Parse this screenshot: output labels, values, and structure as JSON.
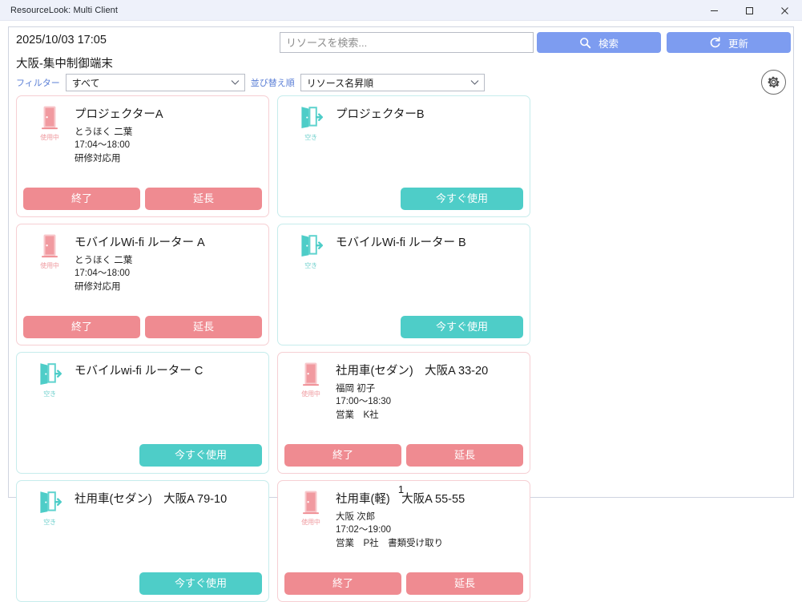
{
  "window": {
    "title": "ResourceLook: Multi Client",
    "minimize_icon": "minimize-icon",
    "maximize_icon": "maximize-icon",
    "close_icon": "close-icon"
  },
  "header": {
    "datetime": "2025/10/03 17:05",
    "terminal_name": "大阪-集中制御端末",
    "search": {
      "placeholder": "リソースを検索...",
      "value": ""
    },
    "search_button": {
      "label": "検索",
      "icon": "search-icon"
    },
    "refresh_button": {
      "label": "更新",
      "icon": "refresh-icon"
    },
    "filter": {
      "label": "フィルター",
      "selected": "すべて"
    },
    "sort": {
      "label": "並び替え順",
      "selected": "リソース名昇順"
    },
    "settings_button": {
      "icon": "gear-icon"
    }
  },
  "status_labels": {
    "in_use": "使用中",
    "free": "空き"
  },
  "actions": {
    "end": "終了",
    "extend": "延長",
    "use_now": "今すぐ使用"
  },
  "colors": {
    "accent_blue": "#7d9cf0",
    "in_use": "#ef8b91",
    "free": "#4ecdc8",
    "label_blue": "#5b7fd6",
    "card_border_in_use": "#f6cfd3",
    "card_border_free": "#c6ecec",
    "titlebar_bg": "#eef1fa"
  },
  "cards": [
    {
      "status": "in_use",
      "name": "プロジェクターA",
      "user": "とうほく 二葉",
      "time": "17:04〜18:00",
      "purpose": "研修対応用"
    },
    {
      "status": "free",
      "name": "プロジェクターB",
      "user": "",
      "time": "",
      "purpose": ""
    },
    {
      "status": "in_use",
      "name": "モバイルWi-fi ルーター A",
      "user": "とうほく 二葉",
      "time": "17:04〜18:00",
      "purpose": "研修対応用"
    },
    {
      "status": "free",
      "name": "モバイルWi-fi ルーター B",
      "user": "",
      "time": "",
      "purpose": ""
    },
    {
      "status": "free",
      "name": "モバイルwi-fi ルーター C",
      "user": "",
      "time": "",
      "purpose": ""
    },
    {
      "status": "in_use",
      "name": "社用車(セダン)　大阪A 33-20",
      "user": "福岡 初子",
      "time": "17:00〜18:30",
      "purpose": "営業　K社"
    },
    {
      "status": "free",
      "name": "社用車(セダン)　大阪A 79-10",
      "user": "",
      "time": "",
      "purpose": ""
    },
    {
      "status": "in_use",
      "name": "社用車(軽)　大阪A 55-55",
      "user": "大阪 次郎",
      "time": "17:02〜19:00",
      "purpose": "営業　P社　書類受け取り"
    }
  ],
  "footer": {
    "page_number": "1"
  }
}
